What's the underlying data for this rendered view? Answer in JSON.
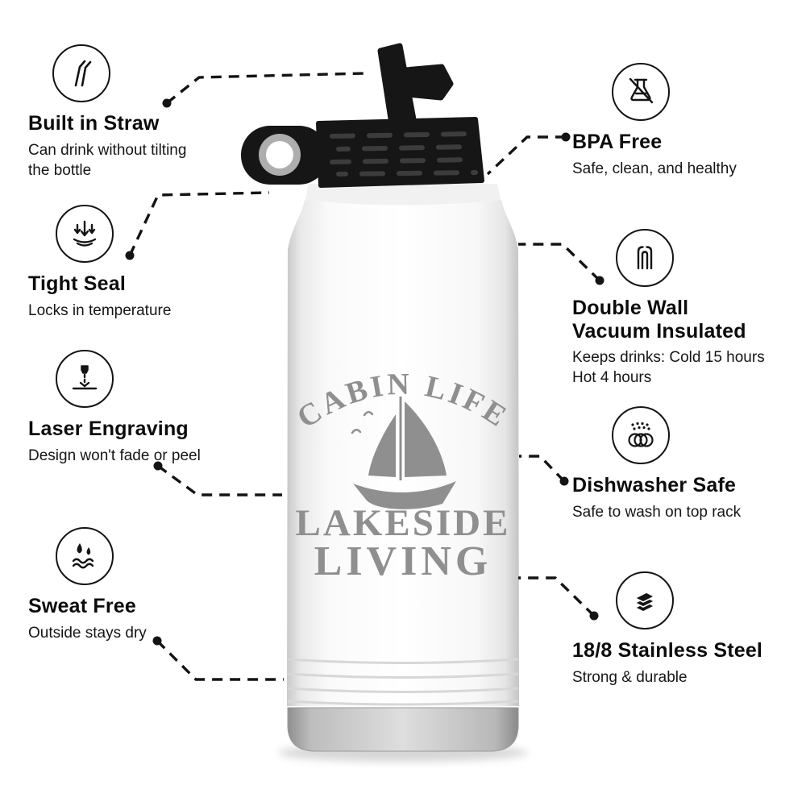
{
  "bottle": {
    "engraving_line1": "CABIN LIFE",
    "engraving_line2": "LAKESIDE",
    "engraving_line3": "LIVING",
    "graphic": "sailboat-with-birds"
  },
  "features_left": [
    {
      "title": "Built in Straw",
      "description": "Can drink without tilting\nthe bottle",
      "icon": "straw-icon"
    },
    {
      "title": "Tight Seal",
      "description": "Locks in temperature",
      "icon": "seal-arrows-icon"
    },
    {
      "title": "Laser Engraving",
      "description": "Design won't fade or peel",
      "icon": "laser-engraver-icon"
    },
    {
      "title": "Sweat Free",
      "description": "Outside stays dry",
      "icon": "water-droplets-icon"
    }
  ],
  "features_right": [
    {
      "title": "BPA Free",
      "description": "Safe, clean, and healthy",
      "icon": "crossed-flask-icon"
    },
    {
      "title": "Double Wall\nVacuum Insulated",
      "description": "Keeps drinks: Cold 15 hours\nHot 4 hours",
      "icon": "double-wall-icon"
    },
    {
      "title": "Dishwasher Safe",
      "description": "Safe to wash on top rack",
      "icon": "dishes-spray-icon"
    },
    {
      "title": "18/8 Stainless Steel",
      "description": "Strong & durable",
      "icon": "steel-sheets-icon"
    }
  ],
  "colors": {
    "accent_black": "#141414",
    "engraving_gray": "#8f8f8f",
    "base_silver": "#c6c6c6",
    "lid_black": "#161616"
  }
}
